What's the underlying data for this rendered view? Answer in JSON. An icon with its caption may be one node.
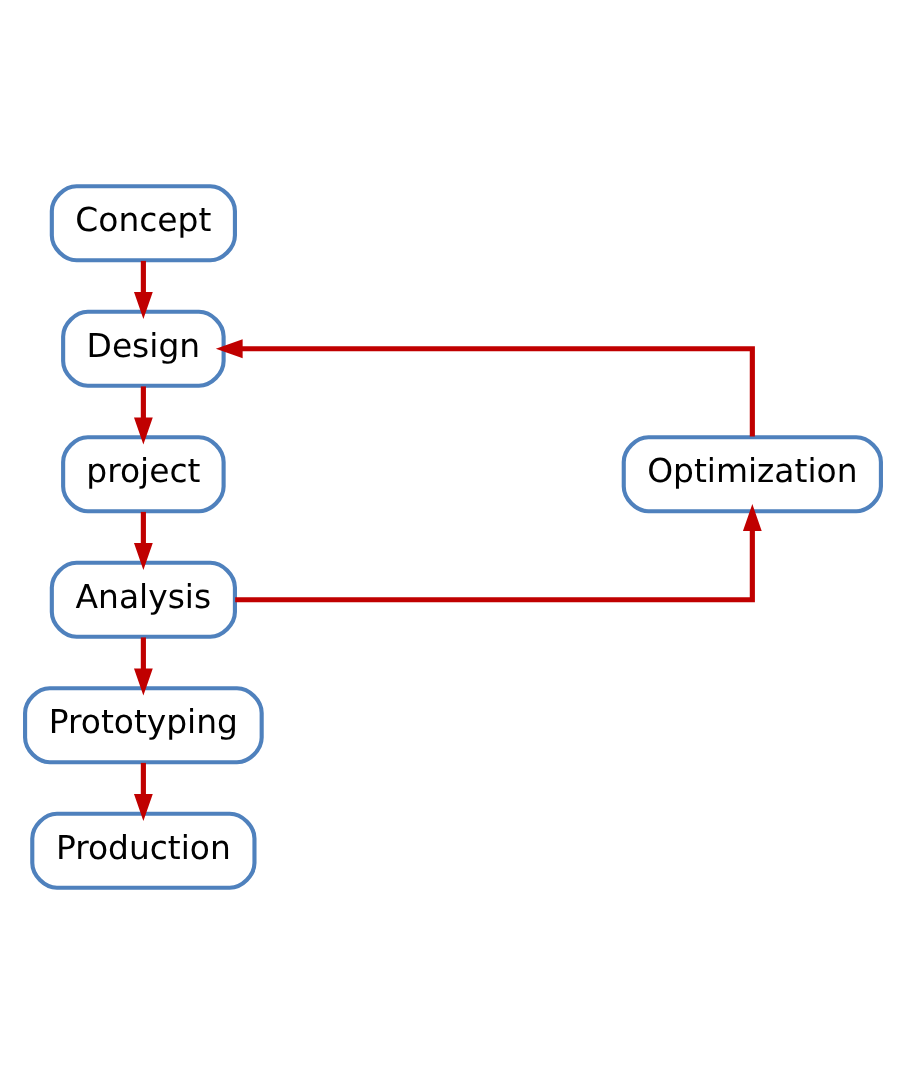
{
  "diagram": {
    "nodes": [
      {
        "text": [
          "Concept"
        ]
      },
      {
        "text": [
          "Design"
        ]
      },
      {
        "text": [
          "project"
        ]
      },
      {
        "text": [
          "Analysis"
        ]
      },
      {
        "text": [
          "Prototyping"
        ]
      },
      {
        "text": [
          "Production"
        ]
      },
      {
        "text": [
          "Optimization"
        ]
      }
    ],
    "edges": [
      {
        "from": 0,
        "to": 1,
        "arrow": "to"
      },
      {
        "from": 1,
        "to": 2,
        "arrow": "to"
      },
      {
        "from": 2,
        "to": 3,
        "arrow": "to"
      },
      {
        "from": 3,
        "to": 4,
        "arrow": "to"
      },
      {
        "from": 4,
        "to": 5,
        "arrow": "to"
      },
      {
        "from": 3,
        "to": 6,
        "arrow": "to"
      },
      {
        "from": 6,
        "to": 1,
        "arrow": "to"
      }
    ]
  }
}
